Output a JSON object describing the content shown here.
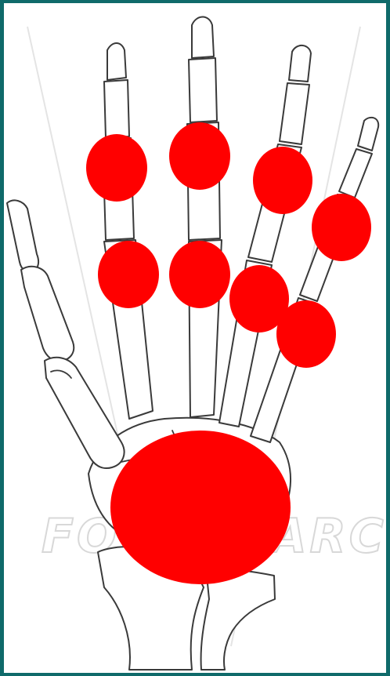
{
  "watermark": {
    "text": "FOTOSEARCH"
  },
  "colors": {
    "border": "#0f6a6a",
    "background": "#ffffff",
    "bone_outline": "#3a3a3a",
    "marker": "#ff0000"
  },
  "markers": [
    {
      "name": "index-finger-marker"
    },
    {
      "name": "middle-finger-marker"
    },
    {
      "name": "ring-finger-marker"
    },
    {
      "name": "little-finger-marker"
    },
    {
      "name": "index-knuckle-marker"
    },
    {
      "name": "middle-knuckle-marker"
    },
    {
      "name": "ring-knuckle-marker"
    },
    {
      "name": "little-knuckle-marker"
    },
    {
      "name": "wrist-marker"
    }
  ]
}
